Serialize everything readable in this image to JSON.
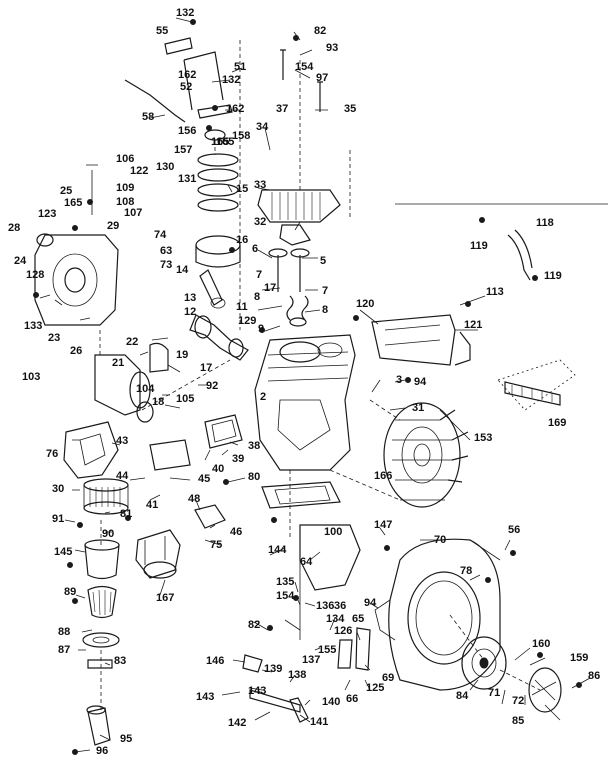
{
  "diagram": {
    "callouts": [
      "132",
      "55",
      "82",
      "93",
      "162",
      "52",
      "51",
      "132",
      "154",
      "97",
      "58",
      "162",
      "37",
      "35",
      "156",
      "158",
      "157",
      "165",
      "34",
      "106",
      "130",
      "131",
      "15",
      "33",
      "122",
      "109",
      "25",
      "108",
      "165",
      "107",
      "123",
      "28",
      "29",
      "74",
      "63",
      "24",
      "73",
      "14",
      "16",
      "32",
      "6",
      "5",
      "128",
      "7",
      "7",
      "120",
      "8",
      "8",
      "113",
      "17",
      "13",
      "12",
      "11",
      "129",
      "9",
      "121",
      "133",
      "23",
      "26",
      "22",
      "19",
      "21",
      "103",
      "17",
      "104",
      "18",
      "92",
      "105",
      "3",
      "94",
      "31",
      "43",
      "44",
      "41",
      "38",
      "39",
      "40",
      "153",
      "76",
      "45",
      "80",
      "166",
      "30",
      "48",
      "46",
      "81",
      "91",
      "75",
      "100",
      "147",
      "56",
      "70",
      "90",
      "145",
      "144",
      "64",
      "78",
      "167",
      "89",
      "135",
      "154",
      "136",
      "88",
      "94",
      "65",
      "82",
      "134",
      "126",
      "137",
      "87",
      "83",
      "155",
      "160",
      "146",
      "139",
      "69",
      "159",
      "143",
      "143",
      "138",
      "125",
      "66",
      "72",
      "71",
      "86",
      "140",
      "84",
      "142",
      "141",
      "85",
      "95",
      "96",
      "169",
      "119",
      "118",
      "119",
      "36",
      "2",
      "165"
    ]
  }
}
